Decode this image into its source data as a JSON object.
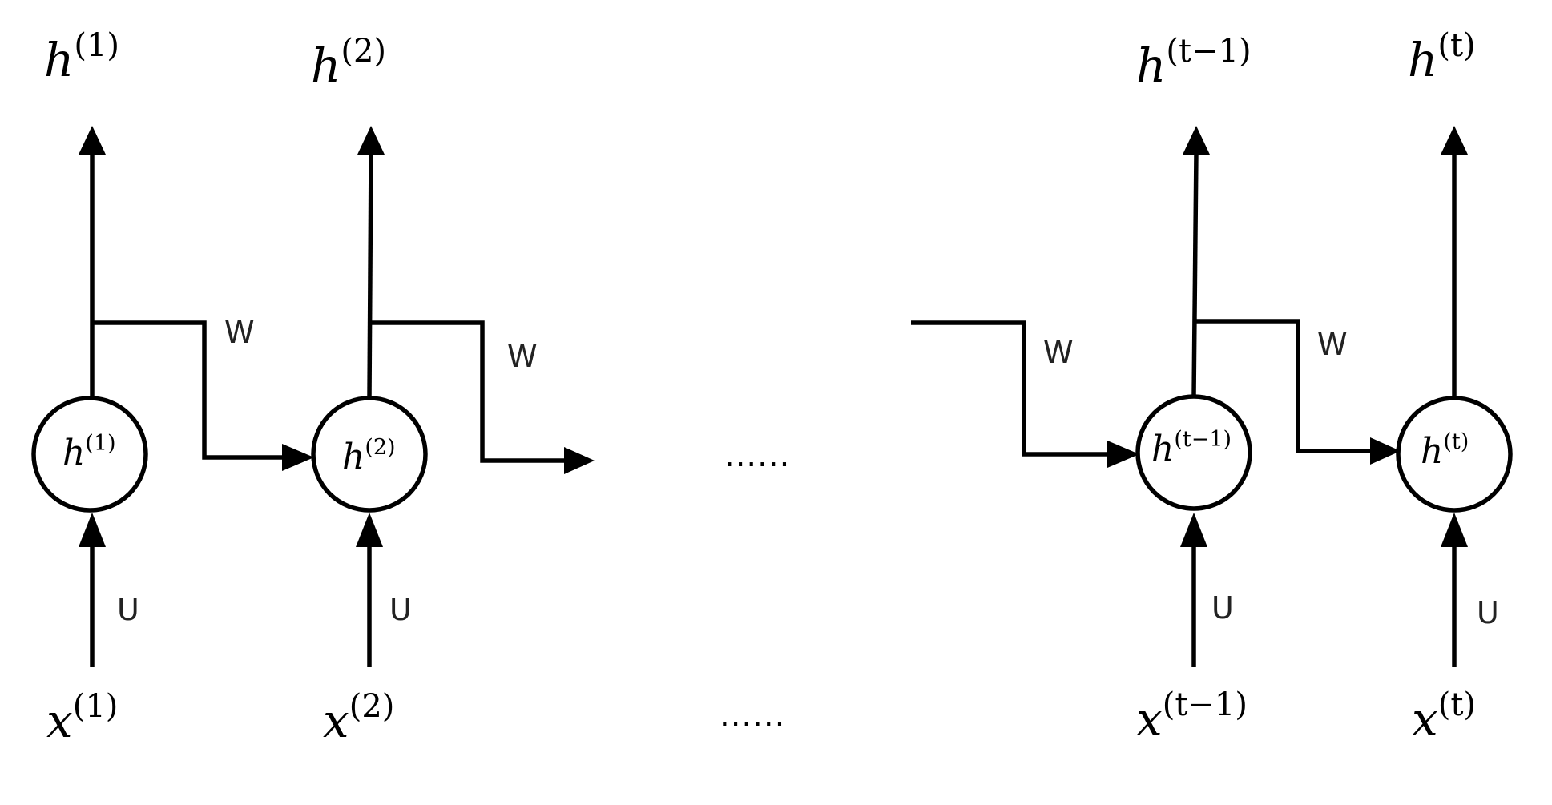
{
  "diagram": {
    "timesteps": [
      {
        "output_label": {
          "base": "h",
          "sup": "(1)"
        },
        "node_label": {
          "base": "h",
          "sup": "(1)"
        },
        "input_label": {
          "base": "x",
          "sup": "(1)"
        },
        "input_weight": "U",
        "recurrent_weight": "W"
      },
      {
        "output_label": {
          "base": "h",
          "sup": "(2)"
        },
        "node_label": {
          "base": "h",
          "sup": "(2)"
        },
        "input_label": {
          "base": "x",
          "sup": "(2)"
        },
        "input_weight": "U",
        "recurrent_weight": "W"
      },
      {
        "output_label": {
          "base": "h",
          "sup": "(t−1)"
        },
        "node_label": {
          "base": "h",
          "sup": "(t−1)"
        },
        "input_label": {
          "base": "x",
          "sup": "(t−1)"
        },
        "input_weight": "U",
        "recurrent_weight": "W"
      },
      {
        "output_label": {
          "base": "h",
          "sup": "(t)"
        },
        "node_label": {
          "base": "h",
          "sup": "(t)"
        },
        "input_label": {
          "base": "x",
          "sup": "(t)"
        },
        "input_weight": "U"
      }
    ],
    "incoming_recurrent_weight": "W",
    "ellipsis_middle": "......",
    "ellipsis_bottom": "......"
  }
}
